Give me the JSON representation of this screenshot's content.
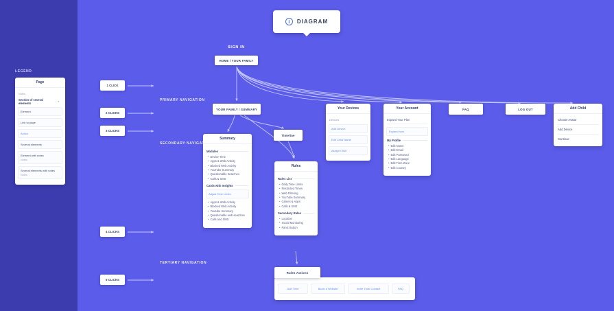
{
  "colors": {
    "canvas": "#5b5ce9",
    "sidebar": "#3d3caf",
    "link_blue": "#5f8df0",
    "navy_text": "#33406b",
    "wire": "#d9dcff"
  },
  "legend": {
    "title": "LEGEND",
    "page_label": "Page",
    "notes_label": "Notes",
    "section_label": "Section of several elements",
    "element_label": "Element",
    "link_label": "Link to page",
    "action_label": "Action",
    "several_label": "Several elements",
    "element_notes_label": "Element with notes",
    "element_notes_note": "Notes",
    "several_notes_label": "Several elements with notes",
    "several_notes_note": "Notes"
  },
  "header": {
    "title": "DIAGRAM",
    "icon": "info-icon"
  },
  "flow": {
    "sign_in_label": "SIGN IN",
    "home_label": "HOME / YOUR FAMILY"
  },
  "click_badges": [
    "1 CLICK",
    "2 CLICKS",
    "3 CLICKS",
    "4 CLICKS",
    "5 CLICKS"
  ],
  "nav_labels": {
    "primary": "PRIMARY NAVIGATION",
    "secondary": "SECONDARY NAVIGATION",
    "tertiary": "TERTIARY NAVIGATION"
  },
  "primary": {
    "family_summary_label": "YOUR FAMILY / SUMMARY",
    "devices": {
      "title": "Your Devices",
      "section": "Devices",
      "links": [
        "Add Device",
        "Edit Child Name",
        "Assign Child"
      ]
    },
    "account": {
      "title": "Your Account",
      "expand_section": "Expand Your Plan",
      "expand_link": "Expand now",
      "profile_section": "My Profile",
      "items": [
        "Edit Name",
        "Edit Email",
        "Edit Password",
        "Edit Language",
        "Edit Time Zone",
        "Edit Country"
      ]
    },
    "faq_label": "FAQ",
    "logout_label": "LOG OUT",
    "add_child": {
      "title": "Add Child",
      "items": [
        "Choose Avatar",
        "Add Device"
      ],
      "action": "Continue"
    }
  },
  "secondary": {
    "summary": {
      "title": "Summary",
      "modules_section": "Modules",
      "modules": [
        "Device Time",
        "Apps & Web Activity",
        "Blocked Web Activity",
        "YouTube Summary",
        "Questionable Searches",
        "Calls & SMS"
      ],
      "insights_section": "Cards with Insights",
      "insights_action": "Adjust Time Limits",
      "insights": [
        "Apps & Web Activity",
        "Blocked Web Activity",
        "Youtube Summary",
        "Questionable web searches",
        "Calls and SMS"
      ]
    },
    "timeline_label": "Timeline",
    "rules": {
      "title": "Rules",
      "list_section": "Rules List",
      "list": [
        "Daily Time Limits",
        "Restricted Times",
        "Web Filtering",
        "YouTube Summary",
        "Games & Apps",
        "Calls & SMS"
      ],
      "secondary_section": "Secondary Rules",
      "secondary": [
        "Location",
        "Social Monitoring",
        "Panic Button"
      ]
    }
  },
  "tertiary": {
    "rules_actions": {
      "title": "Rules Actions",
      "actions": [
        "Add Time",
        "Block a Website",
        "Invite Trust Contact",
        "FAQ"
      ]
    }
  }
}
